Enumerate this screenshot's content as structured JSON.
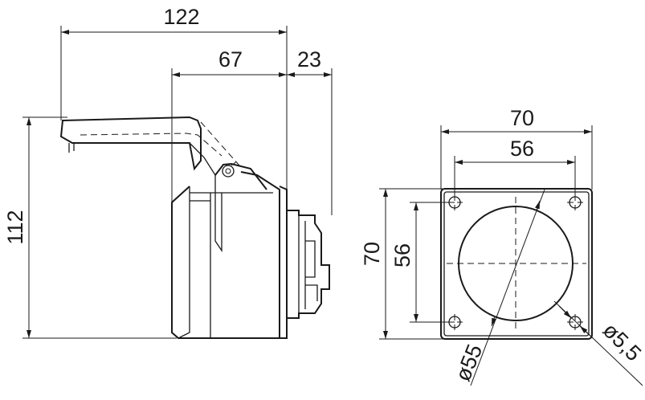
{
  "side_view": {
    "overall_length": "122",
    "housing_length": "67",
    "flange_depth": "23",
    "overall_height": "112"
  },
  "front_view": {
    "plate_width": "70",
    "hole_spacing_horizontal": "56",
    "plate_height": "70",
    "hole_spacing_vertical": "56",
    "bore_diameter": "ø55",
    "mounting_hole_diameter": "ø5,5"
  },
  "colors": {
    "line": "#1a1a1a",
    "background": "#ffffff"
  }
}
